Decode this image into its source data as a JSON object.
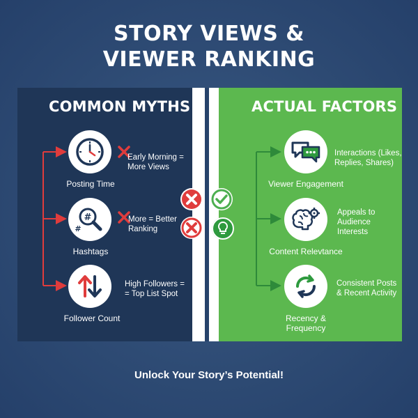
{
  "title": {
    "line1": "STORY VIEWS &",
    "line2": "VIEWER RANKING"
  },
  "left": {
    "heading": "COMMON MYTHS",
    "items": [
      {
        "label": "Posting Time",
        "myth": [
          "Early Morning =",
          "More Views"
        ],
        "icon": "clock-icon"
      },
      {
        "label": "Hashtags",
        "myth": [
          "More = Better",
          "Ranking"
        ],
        "icon": "hashtag-search-icon"
      },
      {
        "label": "Follower Count",
        "myth": [
          "High Followers =",
          "= Top List Spot"
        ],
        "icon": "up-down-arrows-icon"
      }
    ]
  },
  "right": {
    "heading": "ACTUAL FACTORS",
    "items": [
      {
        "label": "Viewer Engagement",
        "fact": [
          "Interactions (Likes,",
          "Replies, Shares)"
        ],
        "icon": "chat-bubbles-icon"
      },
      {
        "label": "Content Relevtance",
        "fact": [
          "Appeals to",
          "Audience",
          "Interests"
        ],
        "icon": "brain-gear-icon"
      },
      {
        "label": "Recency & Frequency",
        "fact": [
          "Consistent Posts",
          "& Recent Activity"
        ],
        "icon": "refresh-icon"
      }
    ]
  },
  "footer": "Unlock Your Story’s Potential!",
  "colors": {
    "background": "#2e4b74",
    "myth_panel": "#1f3657",
    "fact_panel": "#5cb84f",
    "cross": "#e03c3c",
    "check": "#4caf50"
  }
}
